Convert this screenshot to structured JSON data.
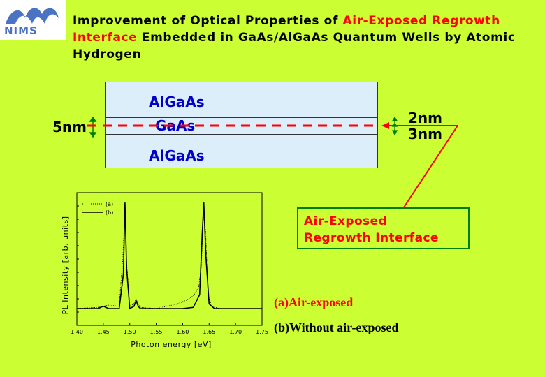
{
  "logo": {
    "text": "NIMS"
  },
  "title": {
    "part1": "Improvement of Optical Properties of ",
    "highlight1": "Air-Exposed Regrowth Interface",
    "part2": " Embedded in GaAs/AlGaAs Quantum Wells by Atomic Hydrogen"
  },
  "structure": {
    "top_layer": "AlGaAs",
    "well_layer": "GaAs",
    "bottom_layer": "AlGaAs",
    "well_thickness": "5nm",
    "dist_upper": "2nm",
    "dist_lower": "3nm"
  },
  "callout": {
    "line1": "Air-Exposed",
    "line2": "Regrowth Interface"
  },
  "legend_text": {
    "a": "(a)Air-exposed",
    "b": "(b)Without air-exposed"
  },
  "colors": {
    "background": "#ccff33",
    "highlight": "#ff0000",
    "layer_label": "#0000cc",
    "callout_border": "#008000"
  },
  "chart_data": {
    "type": "line",
    "xlabel": "Photon energy [eV]",
    "ylabel": "PL Intensity [arb. units]",
    "xlim": [
      1.4,
      1.75
    ],
    "xticks": [
      "1.40",
      "1.45",
      "1.50",
      "1.55",
      "1.60",
      "1.65",
      "1.70",
      "1.75"
    ],
    "ylim": [
      0,
      1
    ],
    "legend": [
      "(a)",
      "(b)"
    ],
    "series": [
      {
        "name": "(a)",
        "style": "dotted",
        "x": [
          1.4,
          1.44,
          1.46,
          1.48,
          1.487,
          1.491,
          1.494,
          1.5,
          1.507,
          1.512,
          1.52,
          1.55,
          1.57,
          1.59,
          1.6,
          1.61,
          1.62,
          1.63,
          1.635,
          1.639,
          1.643,
          1.648,
          1.655,
          1.67,
          1.75
        ],
        "y": [
          0.0,
          0.01,
          0.03,
          0.02,
          0.45,
          0.86,
          0.4,
          0.02,
          0.04,
          0.08,
          0.01,
          0.0,
          0.02,
          0.04,
          0.06,
          0.08,
          0.11,
          0.18,
          0.35,
          0.8,
          0.7,
          0.12,
          0.02,
          0.0,
          0.0
        ]
      },
      {
        "name": "(b)",
        "style": "solid",
        "x": [
          1.4,
          1.44,
          1.45,
          1.46,
          1.48,
          1.488,
          1.491,
          1.494,
          1.5,
          1.508,
          1.512,
          1.516,
          1.52,
          1.55,
          1.6,
          1.62,
          1.632,
          1.637,
          1.64,
          1.644,
          1.65,
          1.66,
          1.75
        ],
        "y": [
          0.0,
          0.0,
          0.02,
          0.0,
          0.0,
          0.3,
          0.92,
          0.35,
          0.0,
          0.02,
          0.07,
          0.02,
          0.0,
          0.0,
          0.0,
          0.01,
          0.12,
          0.65,
          0.92,
          0.45,
          0.04,
          0.0,
          0.0
        ]
      }
    ]
  }
}
